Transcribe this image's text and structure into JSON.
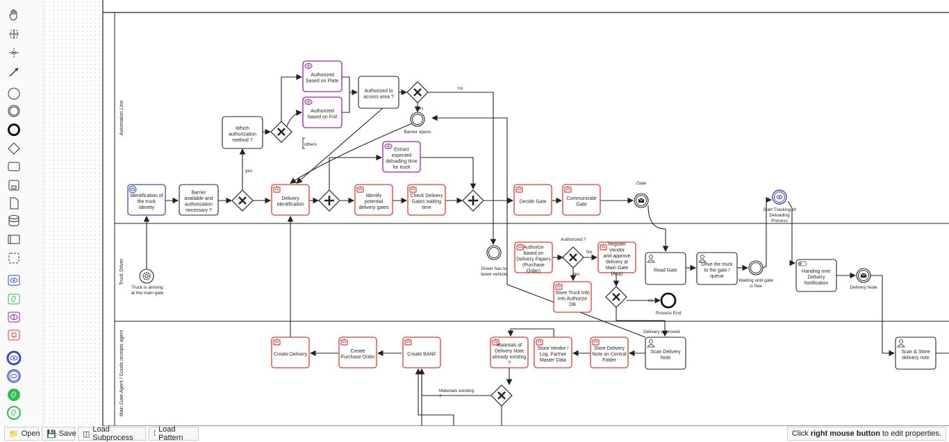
{
  "palette": {
    "tools": [
      "hand-tool-icon",
      "lasso-tool-icon",
      "space-tool-icon",
      "connect-tool-icon",
      "start-event-icon",
      "intermediate-event-icon",
      "end-event-icon",
      "gateway-icon",
      "task-icon",
      "subprocess-icon",
      "data-object-icon",
      "data-store-icon",
      "pool-icon",
      "group-icon",
      "eye-task-icon",
      "ear-task-icon",
      "brain-task-icon",
      "robot-task-icon",
      "eye-event-icon",
      "eye-event-outline-icon",
      "ear-event-icon",
      "ear-event-outline-icon"
    ]
  },
  "lanes": {
    "automation": "Automation Line",
    "driver": "Truck Driver",
    "agent": "Main Gate Agent / Goods receipts agent"
  },
  "nodes": {
    "identification": "Identification of\nthe truck\nidentity",
    "barrier": "Barrier\navailable and\nauthorization\nnecessary ?",
    "which_method": "Which\nauthorization\nmethod ?",
    "auth_plate": "Authorized\nbased on Plate",
    "auth_foil": "Authorized\nbased on Foil",
    "auth_area": "Authorized to\naccess area ?",
    "delivery_id": "Delivery\nIdentification",
    "extract": "Extract\nexpected\ndeloading time\nfor truck",
    "identify_gates": "Identify\npotential\ndelivery gates",
    "check_gates": "Check Delivery\nGates waiting\ntime",
    "decide_gate": "Decide Gate",
    "comm_gate": "Communicate\nGate",
    "auth_papers": "Authorize\nbased on\nDelivery Papers\n(Purchase\nOrder)",
    "register_vendor": "Register\nVendor\nand approve\ndelivery at\nMain Gate\n(App)",
    "store_truck": "Store Truck Info\ninto Authorize\nDB",
    "read_gate": "Read Gate",
    "drive_truck": "Drive the truck\nto the gate /\nqueue",
    "handing_over": "Handing over\nDelivery\nNotification",
    "create_delivery": "Create Delivery",
    "create_po": "Create\nPurchase Order",
    "create_banf": "Create BANF",
    "materials_note": "Materials of\nDelivery Note\nalready existing\n?",
    "store_vendor": "Store Vendor /\nLog. Partner\nMaster Data",
    "store_note": "Store Delivery\nNote on Central\nFolder",
    "scan_note": "Scan Delivery\nNote",
    "scan_store": "Scan & Store\ndelivery note"
  },
  "events": {
    "truck_arriving": "Truck is arriving\nat the main gate",
    "barrier_opens": "Barrier opens",
    "gate": "Gate",
    "driver_leave": "Driver has to\nleave vehicle",
    "process_end": "Process End",
    "waiting_gate": "Waiting until gate\nis free",
    "start_tracking": "Start Tracking of\nDeloading\nProcess",
    "delivery_note": "Delivery Note"
  },
  "flow_labels": {
    "yes": "yes",
    "no": "no",
    "others": "others",
    "authorized": "Authorized ?",
    "no2": "No",
    "yes2": "Yes",
    "no3": "no",
    "approved": "Delivery approved",
    "materials": "Materials existing\n?"
  },
  "bottom": {
    "open": "Open",
    "save": "Save",
    "load_subprocess": "Load Subprocess",
    "load_pattern": "Load Pattern",
    "hint_pre": "Click ",
    "hint_bold": "right mouse button",
    "hint_post": " to edit properties."
  },
  "colors": {
    "red": "#e53935",
    "purple": "#a020a0",
    "blue": "#3949c8",
    "green": "#2fbf4f",
    "black": "#222222"
  }
}
